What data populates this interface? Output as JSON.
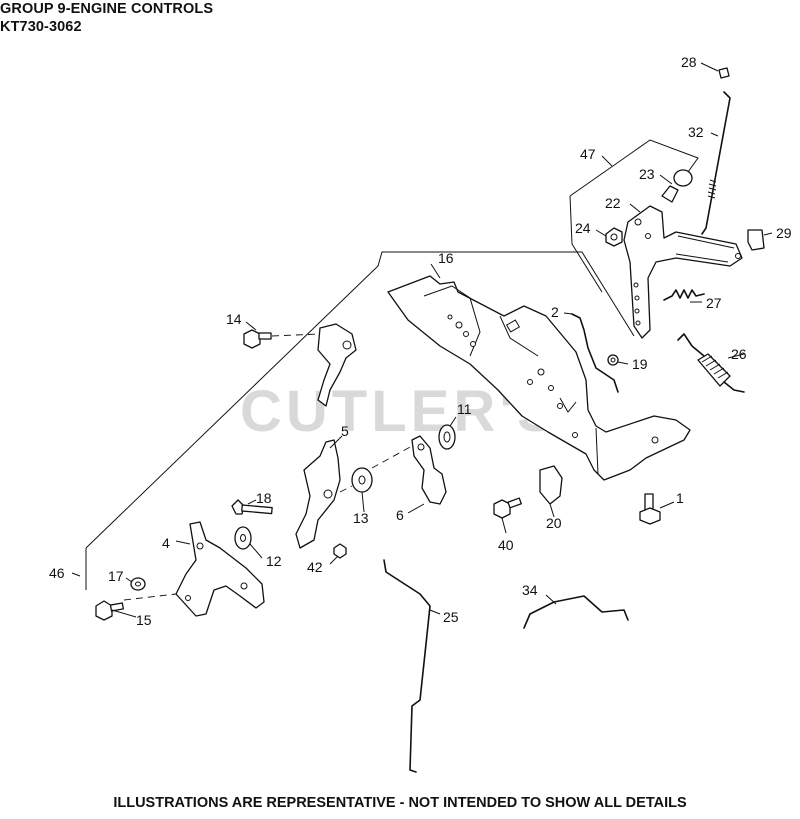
{
  "header": {
    "title": "GROUP 9-ENGINE CONTROLS",
    "model": "KT730-3062"
  },
  "watermark": "CUTLER'S",
  "footer": "ILLUSTRATIONS ARE REPRESENTATIVE - NOT INTENDED TO SHOW ALL DETAILS",
  "callouts": [
    "1",
    "2",
    "4",
    "5",
    "6",
    "11",
    "12",
    "13",
    "14",
    "15",
    "16",
    "17",
    "18",
    "19",
    "20",
    "22",
    "23",
    "24",
    "25",
    "26",
    "27",
    "28",
    "29",
    "32",
    "34",
    "40",
    "42",
    "46",
    "47"
  ],
  "colors": {
    "line": "#111111",
    "watermark": "#d3d3d3",
    "background": "#ffffff"
  }
}
